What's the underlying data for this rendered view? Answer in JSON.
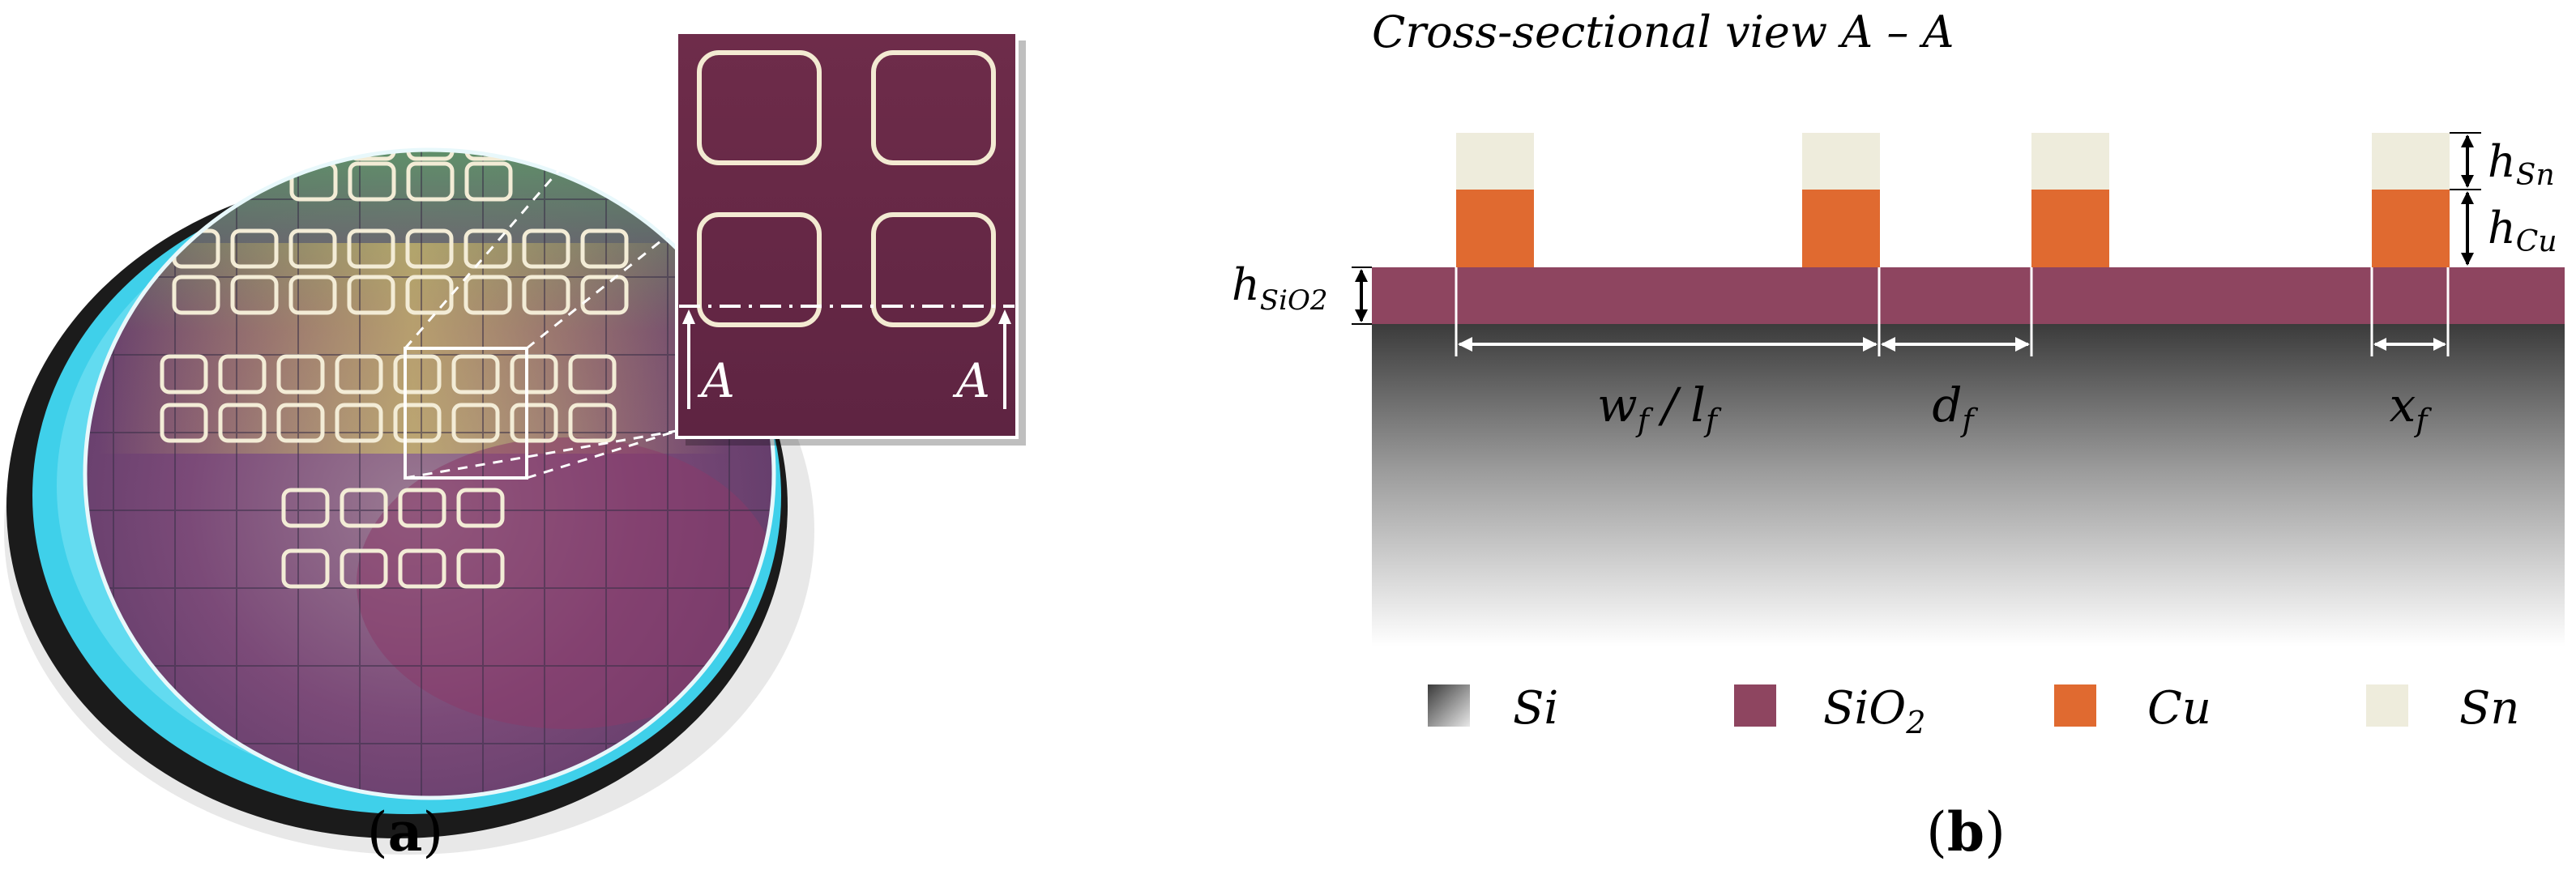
{
  "panel_a": {
    "label_open": "(",
    "label_letter": "a",
    "label_close": ")",
    "section_marker_left": "A",
    "section_marker_right": "A"
  },
  "panel_b": {
    "title": "Cross-sectional view  A – A",
    "label_open": "(",
    "label_letter": "b",
    "label_close": ")",
    "dims": {
      "h_sn": {
        "main": "h",
        "sub": "Sn"
      },
      "h_cu": {
        "main": "h",
        "sub": "Cu"
      },
      "h_sio2": {
        "main": "h",
        "sub": "SiO2"
      },
      "wf": {
        "main": "w",
        "sub": "f"
      },
      "slash": "/",
      "lf": {
        "main": "l",
        "sub": "f"
      },
      "df": {
        "main": "d",
        "sub": "f"
      },
      "xf": {
        "main": "x",
        "sub": "f"
      }
    },
    "legend": [
      {
        "key": "si",
        "label": "Si",
        "sub": "",
        "color": "#606060"
      },
      {
        "key": "sio2",
        "label": "SiO",
        "sub": "2",
        "color": "#8e4560"
      },
      {
        "key": "cu",
        "label": "Cu",
        "sub": "",
        "color": "#e06a30"
      },
      {
        "key": "sn",
        "label": "Sn",
        "sub": "",
        "color": "#eeecdc"
      }
    ]
  },
  "colors": {
    "sio2": "#8e4560",
    "cu": "#e06a30",
    "sn": "#eeecdc",
    "wafer_ring": "#3fd0ea"
  }
}
